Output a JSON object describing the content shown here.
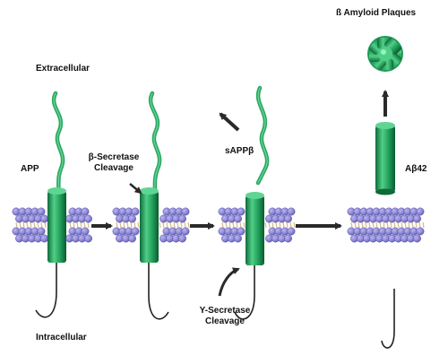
{
  "labels": {
    "extracellular": "Extracellular",
    "intracellular": "Intracellular",
    "app": "APP",
    "beta_secretase_line1": "β-Secretase",
    "beta_secretase_line2": "Cleavage",
    "sappb": "sAPPβ",
    "gamma_secretase_line1": "Y-Secretase",
    "gamma_secretase_line2": "Cleavage",
    "abeta42": "Aβ42",
    "plaques": "ß Amyloid Plaques"
  },
  "colors": {
    "protein_green": "#1f9a57",
    "protein_light": "#4fcf86",
    "protein_dark": "#0f6a3a",
    "tail_green": "#2aa862",
    "lipid_head": "#8f8ad9",
    "lipid_head_dark": "#6b66b8",
    "lipid_tail": "#d7b88a",
    "arrow": "#2a2a2a",
    "tail_black": "#222222"
  }
}
